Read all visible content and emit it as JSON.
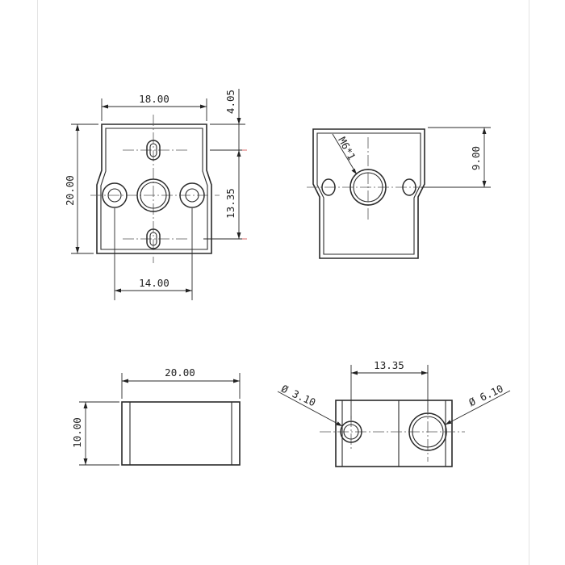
{
  "views": {
    "front": {
      "dim_top_width": "18.00",
      "dim_top_step": "4.05",
      "dim_left_height": "20.00",
      "dim_right_spacing": "13.35",
      "dim_bottom_spacing": "14.00"
    },
    "side": {
      "thread_label": "M6*1",
      "dim_right_height": "9.00"
    },
    "bottom_left": {
      "dim_top_width": "20.00",
      "dim_left_height": "10.00"
    },
    "bottom_right": {
      "dim_top_spacing": "13.35",
      "small_hole_label": "Ø 3.10",
      "large_hole_label": "Ø 6.10"
    }
  }
}
